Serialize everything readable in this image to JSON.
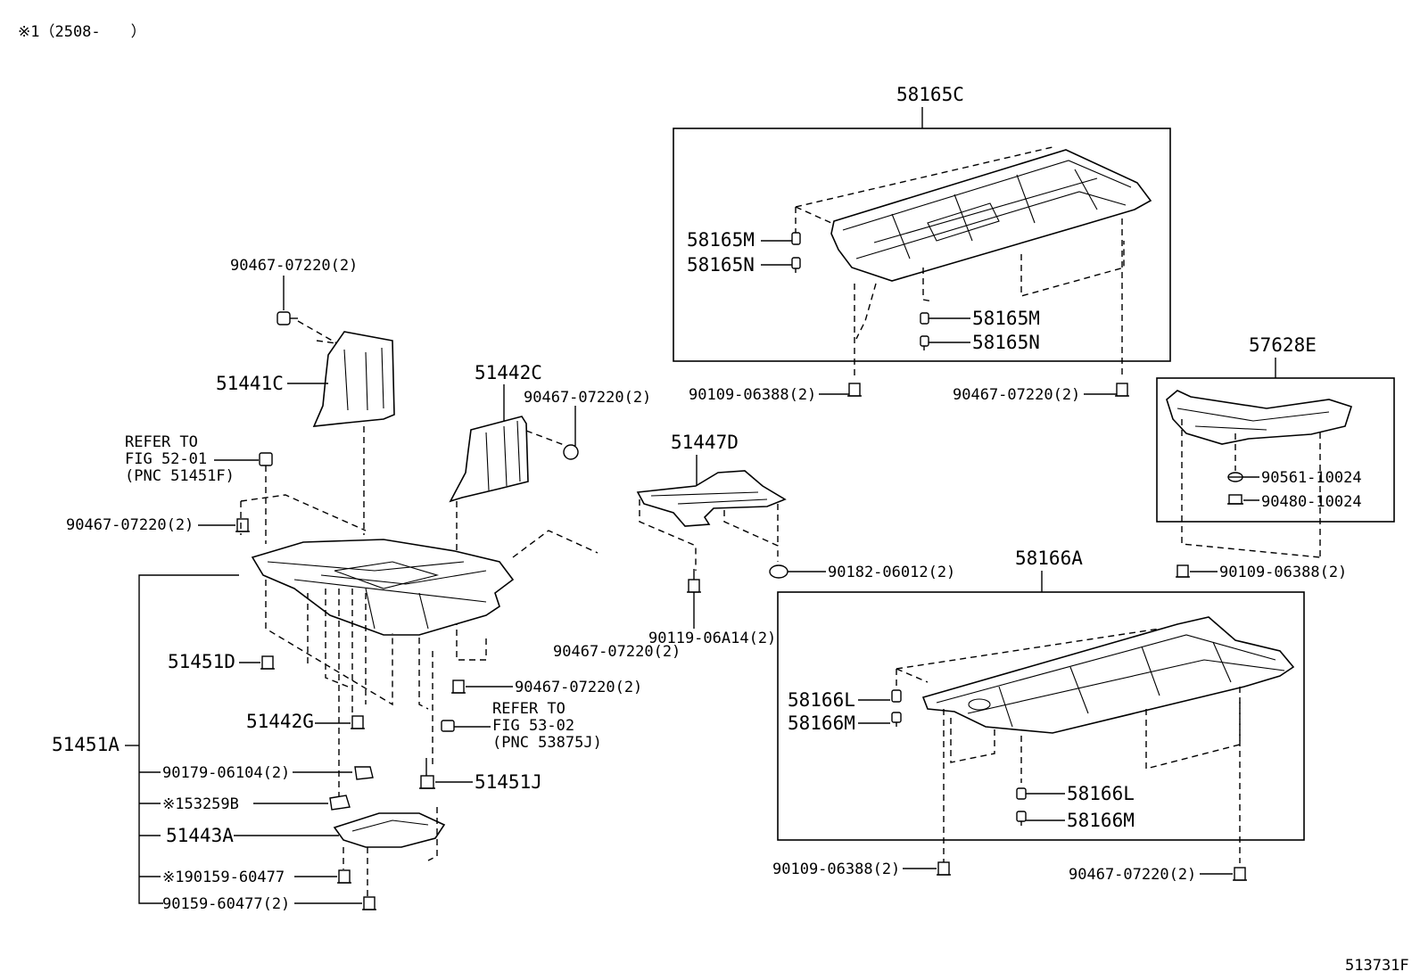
{
  "header_note": "※1（2508-　　）",
  "figure_code": "513731F",
  "callouts": {
    "p58165C": "58165C",
    "p58165M_a": "58165M",
    "p58165N_a": "58165N",
    "p58165M_b": "58165M",
    "p58165N_b": "58165N",
    "p90109_06388_a": "90109-06388(2)",
    "p90467_07220_a": "90467-07220(2)",
    "p57628E": "57628E",
    "p90561_10024": "90561-10024",
    "p90480_10024": "90480-10024",
    "p90109_06388_b": "90109-06388(2)",
    "p90467_07220_top": "90467-07220(2)",
    "p51441C": "51441C",
    "p51442C": "51442C",
    "p90467_07220_c": "90467-07220(2)",
    "refer1_line1": "REFER TO",
    "refer1_line2": "FIG 52-01",
    "refer1_line3": "(PNC 51451F)",
    "p90467_07220_left": "90467-07220(2)",
    "p51447D": "51447D",
    "p90182_06012": "90182-06012(2)",
    "p90119_06A14": "90119-06A14(2)",
    "p90467_07220_mid": "90467-07220(2)",
    "p58166A": "58166A",
    "p51451D": "51451D",
    "p90467_07220_d": "90467-07220(2)",
    "refer2_line1": "REFER TO",
    "refer2_line2": "FIG 53-02",
    "refer2_line3": "(PNC 53875J)",
    "p51442G": "51442G",
    "p51451A": "51451A",
    "p90179_06104": "90179-06104(2)",
    "p51451J": "51451J",
    "p53259B": "※153259B",
    "p51443A": "51443A",
    "p90159_60477_a": "※190159-60477",
    "p90159_60477_b": "90159-60477(2)",
    "p58166L_a": "58166L",
    "p58166M_a": "58166M",
    "p58166L_b": "58166L",
    "p58166M_b": "58166M",
    "p90109_06388_c": "90109-06388(2)",
    "p90467_07220_e": "90467-07220(2)"
  }
}
